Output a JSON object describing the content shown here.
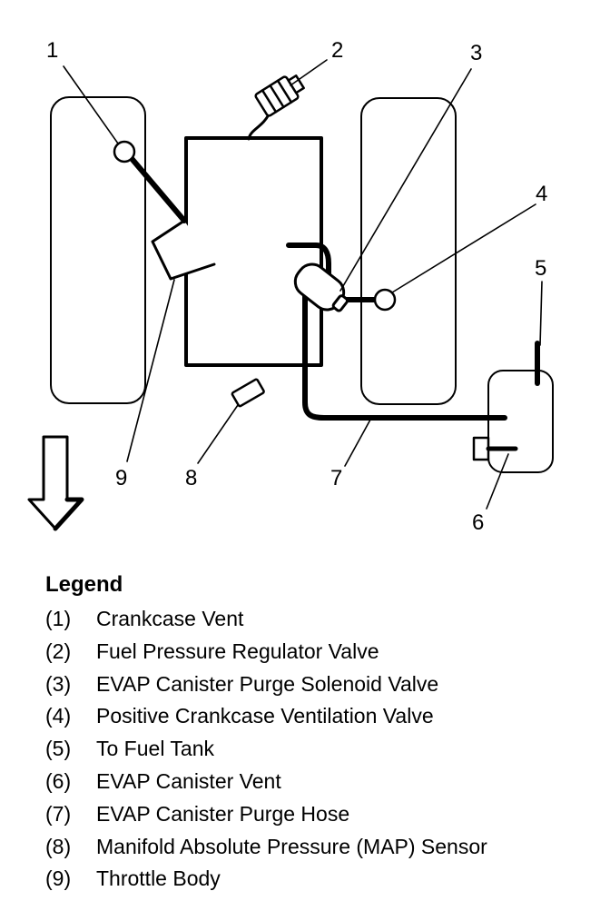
{
  "callouts": [
    "1",
    "2",
    "3",
    "4",
    "5",
    "6",
    "7",
    "8",
    "9"
  ],
  "legend": {
    "title": "Legend",
    "items": [
      {
        "num": "(1)",
        "label": "Crankcase Vent"
      },
      {
        "num": "(2)",
        "label": "Fuel Pressure Regulator Valve"
      },
      {
        "num": "(3)",
        "label": "EVAP Canister Purge Solenoid Valve"
      },
      {
        "num": "(4)",
        "label": "Positive Crankcase Ventilation Valve"
      },
      {
        "num": "(5)",
        "label": "To Fuel Tank"
      },
      {
        "num": "(6)",
        "label": "EVAP Canister Vent"
      },
      {
        "num": "(7)",
        "label": "EVAP Canister Purge Hose"
      },
      {
        "num": "(8)",
        "label": "Manifold Absolute Pressure (MAP) Sensor"
      },
      {
        "num": "(9)",
        "label": "Throttle Body"
      }
    ]
  }
}
